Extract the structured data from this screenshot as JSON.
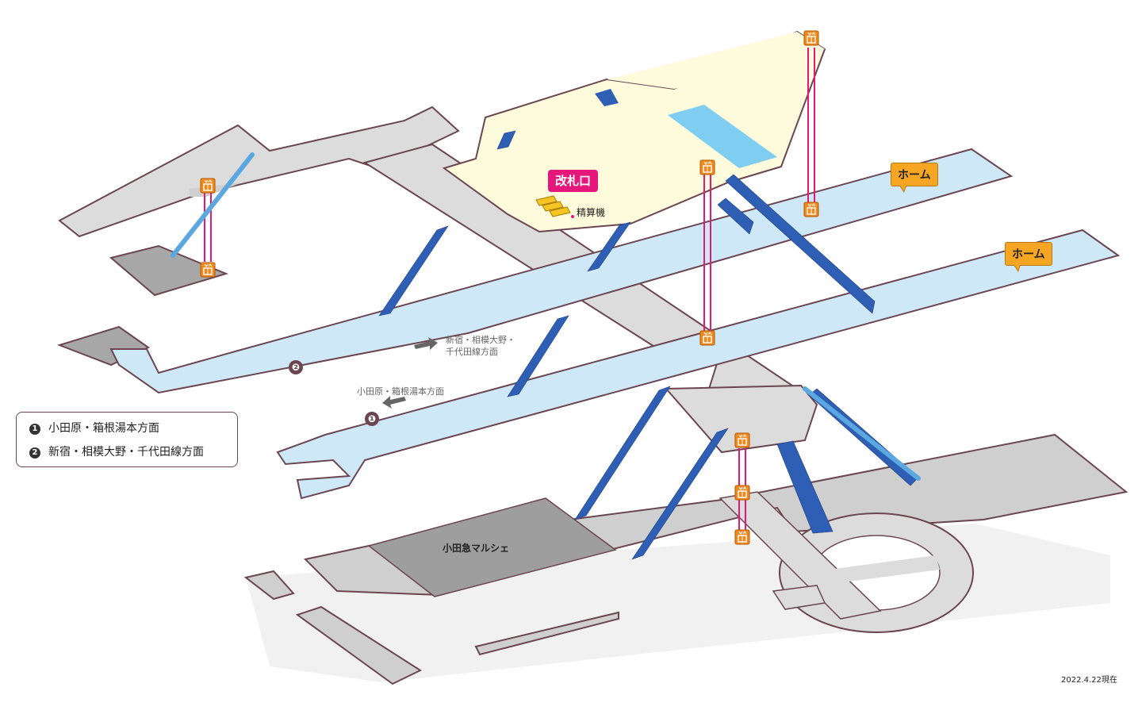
{
  "ticket_gate": "改札口",
  "fare_adjustment": "精算機",
  "platform_label": "ホーム",
  "market": "小田急マルシェ",
  "direction_1_label": "小田原・箱根湯本方面",
  "direction_2_label_lines": [
    "新宿・相模大野・",
    "千代田線方面"
  ],
  "markers": {
    "one": "❶",
    "two": "❷"
  },
  "legend": [
    {
      "mark": "1",
      "text": "小田原・箱根湯本方面"
    },
    {
      "mark": "2",
      "text": "新宿・相模大野・千代田線方面"
    }
  ],
  "date_stamp": "2022.4.22現在",
  "colors": {
    "concourse": "#dcdcdc",
    "concourse_dark": "#bdbdbd",
    "paid_area": "#fdfbdc",
    "platform": "#cfe8f8",
    "stairs": "#2f5fb5",
    "escalator": "#5ba7e0",
    "elevator_shaft": "#e6177a",
    "elevator_icon": "#f08a1e",
    "outline": "#6b4650",
    "market_floor": "#9e9e9e"
  },
  "icons": [
    "elevator-icon",
    "stairs-icon",
    "escalator-icon",
    "arrow-icon"
  ]
}
